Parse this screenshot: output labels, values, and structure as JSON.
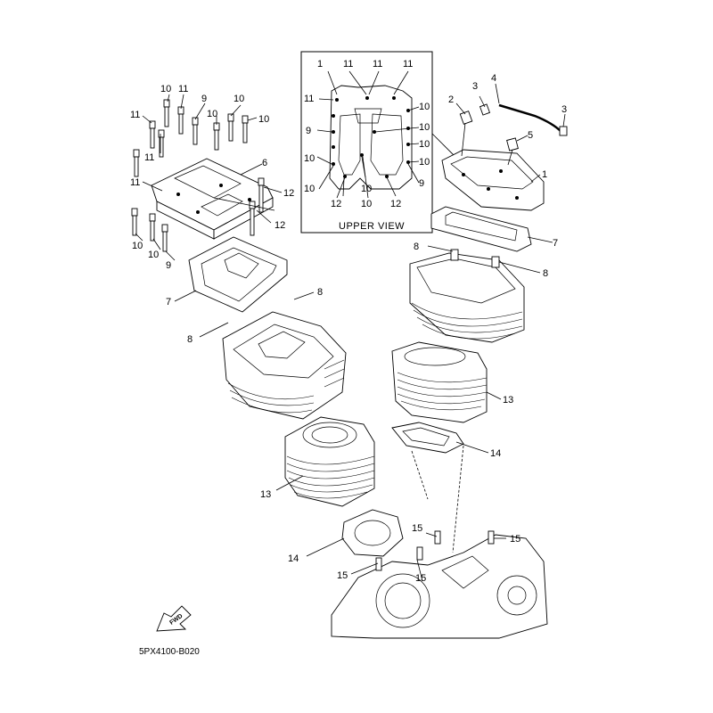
{
  "inset": {
    "title": "UPPER VIEW"
  },
  "figure_code": "5PX4100-B020",
  "fwd_icon_text": "FWD",
  "callouts": [
    "1",
    "2",
    "3",
    "4",
    "5",
    "6",
    "7",
    "8",
    "9",
    "10",
    "11",
    "12",
    "13",
    "14",
    "15"
  ]
}
